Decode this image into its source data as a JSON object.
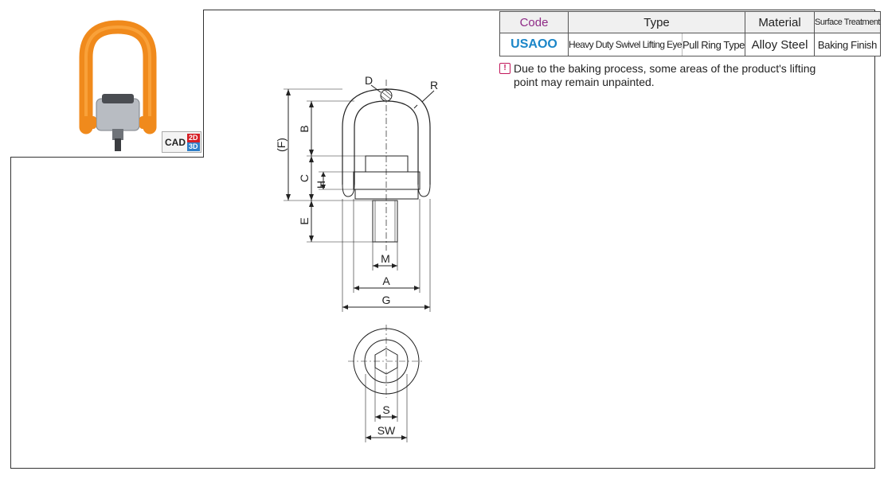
{
  "product_photo": {
    "alt": "swivel-lifting-eye-photo"
  },
  "cad_badge": {
    "text": "CAD",
    "dim2": "2D",
    "dim3": "3D"
  },
  "spec_table": {
    "headers": {
      "code": "Code",
      "type": "Type",
      "material": "Material",
      "surface": "Surface Treatment"
    },
    "row": {
      "code": "USAOO",
      "type_main": "Heavy Duty Swivel Lifting Eye",
      "type_sub": "Pull Ring Type",
      "material": "Alloy Steel",
      "surface": "Baking Finish"
    }
  },
  "note": {
    "icon": "!",
    "text": "Due to the baking process, some areas of the product's lifting point may remain unpainted."
  },
  "drawing_labels": {
    "D": "D",
    "R": "R",
    "F": "(F)",
    "B": "B",
    "C": "C",
    "H": "H",
    "E": "E",
    "M": "M",
    "A": "A",
    "G": "G",
    "S": "S",
    "SW": "SW"
  },
  "colors": {
    "ring_orange": "#f08a1c",
    "metal": "#b8bcc2",
    "badge_red": "#d61f26",
    "badge_blue": "#2f7fc9",
    "code_purple": "#8e2a86",
    "code_blue": "#1b86c8"
  }
}
